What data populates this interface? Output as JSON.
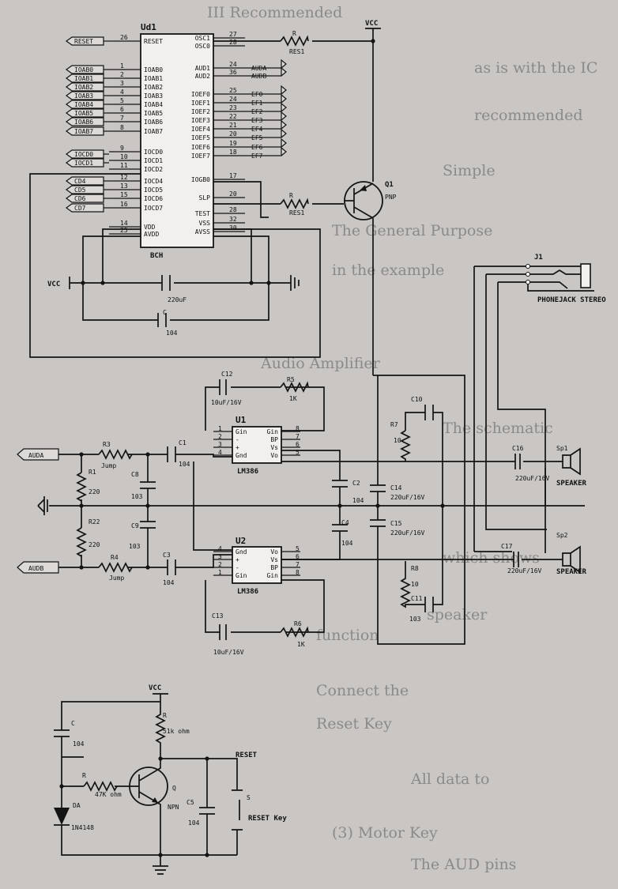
{
  "background_text": [
    "III Recommended",
    "as is with the IC",
    "recommended",
    "Simple",
    "The General Purpose",
    "in the example",
    "Audio Amplifier",
    "The schematic",
    "which shows",
    "speaker",
    "function",
    "Connect the",
    "Reset Key",
    "All data to",
    "(3) Motor Key",
    "The AUD pins"
  ],
  "chip": {
    "name": "Ud1",
    "part": "BCH",
    "left_pins": [
      {
        "num": "26",
        "name": "RESET"
      },
      {
        "num": "1",
        "name": "IOAB0"
      },
      {
        "num": "2",
        "name": "IOAB1"
      },
      {
        "num": "3",
        "name": "IOAB2"
      },
      {
        "num": "4",
        "name": "IOAB3"
      },
      {
        "num": "5",
        "name": "IOAB4"
      },
      {
        "num": "6",
        "name": "IOAB5"
      },
      {
        "num": "7",
        "name": "IOAB6"
      },
      {
        "num": "8",
        "name": "IOAB7"
      },
      {
        "num": "9",
        "name": "IOCD0"
      },
      {
        "num": "10",
        "name": "IOCD1"
      },
      {
        "num": "11",
        "name": "IOCD2"
      },
      {
        "num": "12",
        "name": "IOCD4"
      },
      {
        "num": "13",
        "name": "IOCD5"
      },
      {
        "num": "15",
        "name": "IOCD6"
      },
      {
        "num": "16",
        "name": "IOCD7"
      },
      {
        "num": "14",
        "name": "VDD"
      },
      {
        "num": "25",
        "name": "AVDD"
      }
    ],
    "right_pins": [
      {
        "num": "27",
        "name": "OSC1"
      },
      {
        "num": "28",
        "name": "OSC0"
      },
      {
        "num": "24",
        "name": "AUD1"
      },
      {
        "num": "36",
        "name": "AUD2"
      },
      {
        "num": "25",
        "name": "IOEF0"
      },
      {
        "num": "24",
        "name": "IOEF1"
      },
      {
        "num": "23",
        "name": "IOEF2"
      },
      {
        "num": "22",
        "name": "IOEF3"
      },
      {
        "num": "21",
        "name": "IOEF4"
      },
      {
        "num": "20",
        "name": "IOEF5"
      },
      {
        "num": "19",
        "name": "IOEF6"
      },
      {
        "num": "18",
        "name": "IOEF7"
      },
      {
        "num": "17",
        "name": "IOGB0"
      },
      {
        "num": "20",
        "name": "SLP"
      },
      {
        "num": "28",
        "name": "TEST"
      },
      {
        "num": "32",
        "name": "VSS"
      },
      {
        "num": "30",
        "name": "AVSS"
      }
    ]
  },
  "ports": {
    "left": [
      "RESET",
      "IOAB0",
      "IOAB1",
      "IOAB2",
      "IOAB3",
      "IOAB4",
      "IOAB5",
      "IOAB6",
      "IOAB7",
      "IOCD0",
      "IOCD1",
      "CD4",
      "CD5",
      "CD6",
      "CD7"
    ],
    "right": [
      "AUDA",
      "AUDB",
      "EF0",
      "EF1",
      "EF2",
      "EF3",
      "EF4",
      "EF5",
      "EF6",
      "EF7"
    ],
    "audio_in": [
      "AUDA",
      "AUDB"
    ],
    "reset_out": "RESET"
  },
  "power": {
    "vcc": "VCC",
    "vcc_left": "VCC",
    "vcc_bottom": "VCC"
  },
  "parts": {
    "r_osc": {
      "ref": "R",
      "label": "RES1"
    },
    "r_slp": {
      "ref": "R",
      "label": "RES1"
    },
    "q1": {
      "ref": "Q1",
      "type": "PNP"
    },
    "c_220": "220uF",
    "c_104_top": {
      "ref": "C",
      "value": "104"
    },
    "jack": {
      "ref": "J1",
      "name": "PHONEJACK STEREO"
    },
    "c12": {
      "ref": "C12",
      "value": "10uF/16V"
    },
    "r5": {
      "ref": "R5",
      "value": "1K"
    },
    "u1": {
      "ref": "U1",
      "part": "LM386",
      "pins_left": [
        "Gin",
        "-",
        "+",
        "Gnd"
      ],
      "nums_left": [
        "1",
        "2",
        "3",
        "4"
      ],
      "pins_right": [
        "Gin",
        "BP",
        "Vs",
        "Vo"
      ],
      "nums_right": [
        "8",
        "7",
        "6",
        "5"
      ]
    },
    "r3": {
      "ref": "R3",
      "value": "Jump"
    },
    "c1": {
      "ref": "C1",
      "value": "104"
    },
    "r1": {
      "ref": "R1",
      "value": "220"
    },
    "r22": {
      "ref": "R22",
      "value": "220"
    },
    "c8": {
      "ref": "C8",
      "value": "103"
    },
    "c9": {
      "ref": "C9",
      "value": "103"
    },
    "c2": {
      "ref": "C2",
      "value": "104"
    },
    "c4": {
      "ref": "C4",
      "value": "104"
    },
    "c14": {
      "ref": "C14",
      "value": "220uF/16V"
    },
    "c15": {
      "ref": "C15",
      "value": "220uF/16V"
    },
    "c10": {
      "ref": "C10"
    },
    "r7": {
      "ref": "R7",
      "value": "10"
    },
    "c16": {
      "ref": "C16",
      "value": "220uF/16V"
    },
    "sp1": {
      "ref": "Sp1",
      "label": "SPEAKER"
    },
    "sp2": {
      "ref": "Sp2",
      "label": "SPEAKER"
    },
    "c17": {
      "ref": "C17",
      "value": "220uF/16V"
    },
    "u2": {
      "ref": "U2",
      "part": "LM386",
      "pins_left": [
        "Gnd",
        "+",
        "-",
        "Gin"
      ],
      "nums_left": [
        "4",
        "3",
        "2",
        "1"
      ],
      "pins_right": [
        "Vo",
        "Vs",
        "BP",
        "Gin"
      ],
      "nums_right": [
        "5",
        "6",
        "7",
        "8"
      ]
    },
    "r4": {
      "ref": "R4",
      "value": "Jump"
    },
    "c3": {
      "ref": "C3",
      "value": "104"
    },
    "r8": {
      "ref": "R8",
      "value": "10"
    },
    "c11": {
      "ref": "C11",
      "value": "103"
    },
    "c13": {
      "ref": "C13",
      "value": "10uF/16V"
    },
    "r6": {
      "ref": "R6",
      "value": "1K"
    },
    "c_reset": {
      "ref": "C",
      "value": "104"
    },
    "r_top": {
      "ref": "R",
      "value": "51k ohm"
    },
    "r_base": {
      "ref": "R",
      "value": "47K ohm"
    },
    "q_npn": {
      "ref": "Q",
      "type": "NPN"
    },
    "diode": {
      "ref": "DA",
      "part": "1N4148"
    },
    "c5": {
      "ref": "C5",
      "value": "104"
    },
    "switch": {
      "ref": "S",
      "label": "RESET Key"
    }
  }
}
